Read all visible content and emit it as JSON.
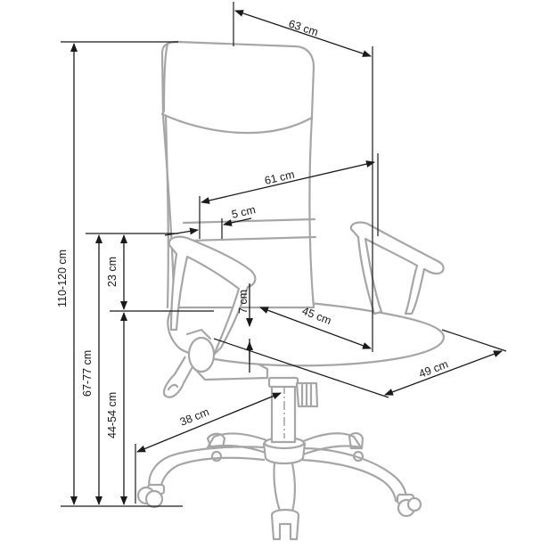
{
  "diagram": {
    "subject": "Office chair dimension drawing",
    "colors": {
      "outline": "#a6a6a6",
      "dimension_lines": "#1a1a1a",
      "background": "#ffffff"
    },
    "dimensions": {
      "total_depth": "63 cm",
      "backrest_width": "61 cm",
      "backrest_offset": "5 cm",
      "armrest_height_above_seat": "23 cm",
      "armrest_to_seat_gap": "7 cm",
      "seat_depth": "45 cm",
      "seat_width": "49 cm",
      "base_radius": "38 cm",
      "total_height": "110-120 cm",
      "armrest_height": "67-77 cm",
      "seat_height": "44-54 cm"
    }
  }
}
